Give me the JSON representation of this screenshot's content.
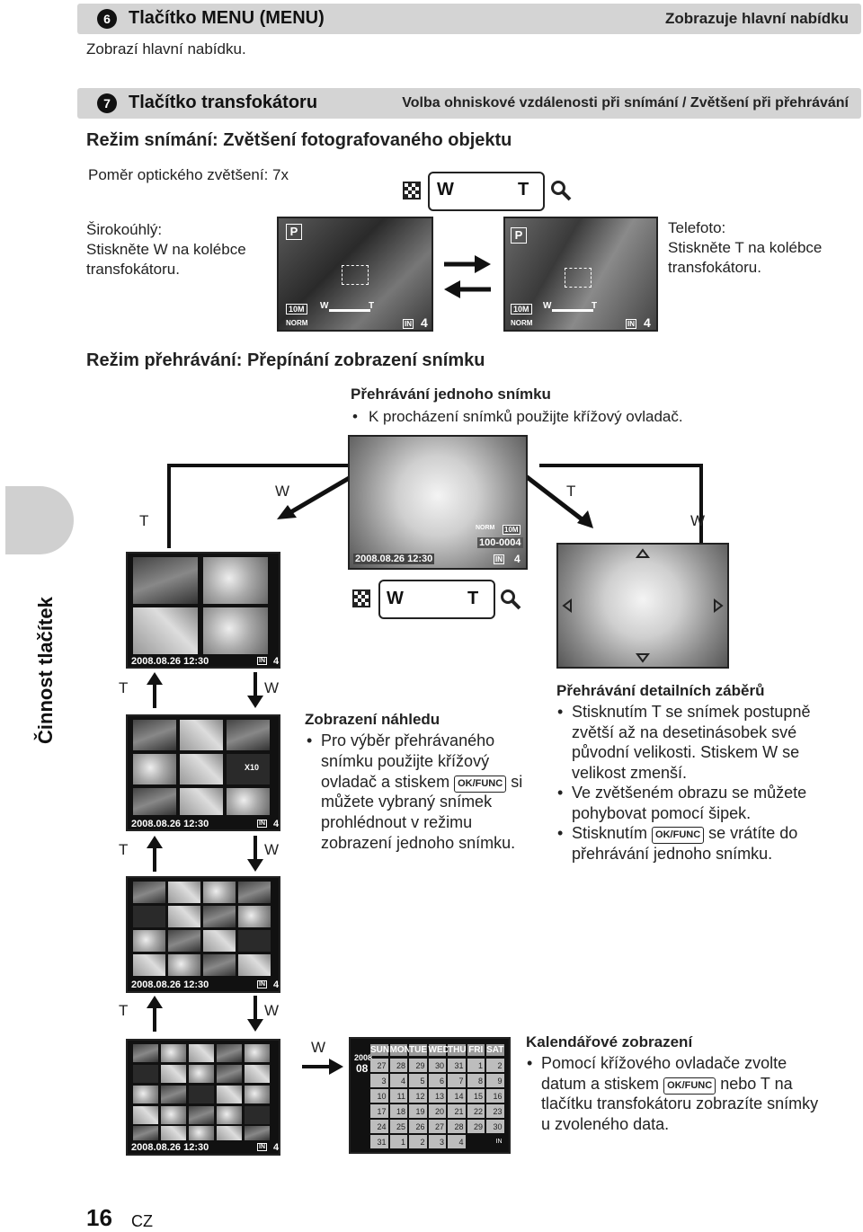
{
  "sec6": {
    "num": "6",
    "title": "Tlačítko MENU (MENU)",
    "right": "Zobrazuje hlavní nabídku",
    "desc": "Zobrazí hlavní nabídku."
  },
  "sec7": {
    "num": "7",
    "title": "Tlačítko transfokátoru",
    "right": "Volba ohniskové vzdálenosti při snímání / Zvětšení při přehrávání"
  },
  "shooting": {
    "heading": "Režim snímání: Zvětšení fotografovaného objektu",
    "ratio": "Poměr optického zvětšení: 7x",
    "wide": [
      "Širokoúhlý:",
      "Stiskněte W na kolébce",
      "transfokátoru."
    ],
    "tele": [
      "Telefoto:",
      "Stiskněte T na kolébce",
      "transfokátoru."
    ],
    "zoom_w": "W",
    "zoom_t": "T",
    "photo_mode": "P",
    "photo_count": "4",
    "bar_w": "W",
    "bar_t": "T",
    "res": "10M",
    "norm": "NORM",
    "in": "IN"
  },
  "playback": {
    "heading": "Režim přehrávání: Přepínání zobrazení snímku",
    "single_title": "Přehrávání jednoho snímku",
    "single_bullet": "K procházení snímků použijte křížový ovladač.",
    "single_date": "2008.08.26  12:30",
    "single_file": "100-0004",
    "single_count": "4",
    "labels": {
      "t": "T",
      "w": "W"
    },
    "grid_date": "2008.08.26  12:30",
    "grid_count": "4",
    "x10": "X10",
    "index_title": "Zobrazení náhledu",
    "index_lines": [
      "Pro výběr přehrávaného",
      "snímku použijte křížový",
      "ovladač a stiskem",
      "si",
      "můžete vybraný snímek",
      "prohlédnout v režimu",
      "zobrazení jednoho snímku."
    ],
    "close_title": "Přehrávání detailních záběrů",
    "close_b1": [
      "Stisknutím T se snímek postupně",
      "zvětší až na desetinásobek své",
      "původní velikosti. Stiskem W se",
      "velikost zmenší."
    ],
    "close_b2": [
      "Ve zvětšeném obrazu se můžete",
      "pohybovat pomocí šipek."
    ],
    "close_b3": [
      "Stisknutím",
      "se vrátíte do",
      "přehrávání jednoho snímku."
    ],
    "ok_label": "OK/FUNC",
    "cal_title": "Kalendářové zobrazení",
    "cal_lines": [
      "Pomocí křížového ovladače zvolte",
      "datum a stiskem",
      "nebo T na",
      "tlačítku transfokátoru zobrazíte snímky",
      "u zvoleného data."
    ],
    "cal_year": "2008",
    "cal_month": "08",
    "cal_days": [
      "SUN",
      "MON",
      "TUE",
      "WED",
      "THU",
      "FRI",
      "SAT"
    ],
    "cal_rows": [
      [
        "27",
        "28",
        "29",
        "30",
        "31",
        "1",
        "2"
      ],
      [
        "3",
        "4",
        "5",
        "6",
        "7",
        "8",
        "9"
      ],
      [
        "10",
        "11",
        "12",
        "13",
        "14",
        "15",
        "16"
      ],
      [
        "17",
        "18",
        "19",
        "20",
        "21",
        "22",
        "23"
      ],
      [
        "24",
        "25",
        "26",
        "27",
        "28",
        "29",
        "30"
      ],
      [
        "31",
        "1",
        "2",
        "3",
        "4",
        "",
        "IN"
      ]
    ]
  },
  "side_tab": "Činnost tlačítek",
  "footer": {
    "page": "16",
    "lang": "CZ"
  }
}
